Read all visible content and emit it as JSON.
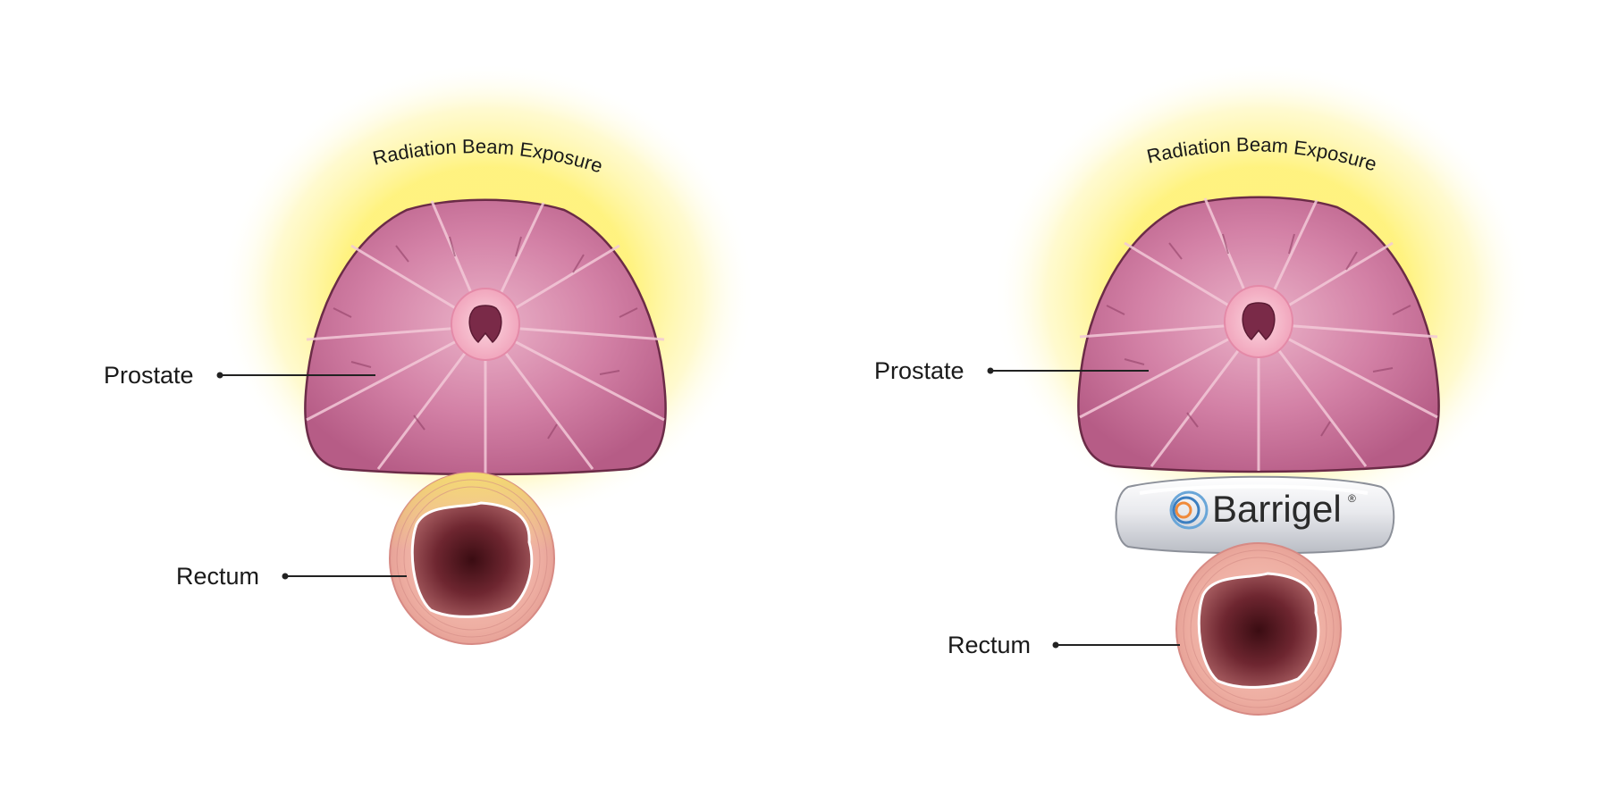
{
  "left_panel": {
    "arc_label": "Radiation Beam Exposure",
    "prostate_label": "Prostate",
    "rectum_label": "Rectum"
  },
  "right_panel": {
    "arc_label": "Radiation Beam Exposure",
    "prostate_label": "Prostate",
    "rectum_label": "Rectum",
    "spacer_brand": "Barrigel",
    "spacer_mark": "®"
  },
  "colors": {
    "glow": "#fff27a",
    "prostate": "#c76a93",
    "prostate_light": "#e7a1bd",
    "rectum_wall": "#eaa89e",
    "rectum_lumen": "#5a1e26",
    "spacer": "#e4e6ea",
    "leader": "#222222"
  }
}
